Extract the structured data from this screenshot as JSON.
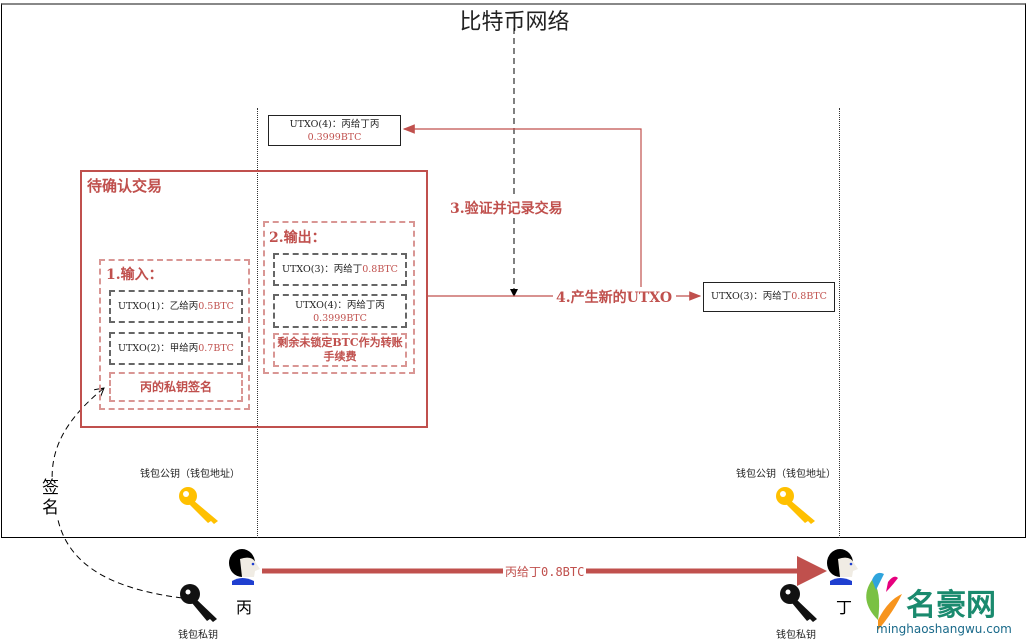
{
  "title": "比特币网络",
  "pending_tx": {
    "title": "待确认交易",
    "inputs": {
      "title": "1.输入：",
      "items": [
        {
          "label": "UTXO(1)：乙给丙",
          "amount": "0.5BTC"
        },
        {
          "label": "UTXO(2)：甲给丙",
          "amount": "0.7BTC"
        }
      ],
      "signature": "丙的私钥签名"
    },
    "outputs": {
      "title": "2.输出：",
      "items": [
        {
          "label": "UTXO(3)：丙给丁",
          "amount": "0.8BTC"
        },
        {
          "label": "UTXO(4)：丙给丁丙",
          "amount": "0.3999BTC"
        }
      ],
      "fee_note": "剩余未锁定BTC作为转账手续费"
    }
  },
  "steps": {
    "verify": "3.验证并记录交易",
    "new_utxo": "4.产生新的UTXO"
  },
  "new_utxos": {
    "utxo4": {
      "label": "UTXO(4)：丙给丁丙",
      "amount": "0.3999BTC"
    },
    "utxo3": {
      "label": "UTXO(3)：丙给丁",
      "amount": "0.8BTC"
    }
  },
  "left_party": {
    "name": "丙",
    "public_key_label": "钱包公钥（钱包地址）",
    "private_key_label": "钱包私钥",
    "sign_label": "签名"
  },
  "right_party": {
    "name": "丁",
    "public_key_label": "钱包公钥（钱包地址）",
    "private_key_label": "钱包私钥"
  },
  "transfer": {
    "label": "丙给丁0.8BTC"
  },
  "watermark": {
    "name": "名豪网",
    "url": "minghaoshangwu.com"
  },
  "colors": {
    "accent": "#c0504d",
    "key_public": "#ffc000",
    "key_private": "#111111"
  }
}
